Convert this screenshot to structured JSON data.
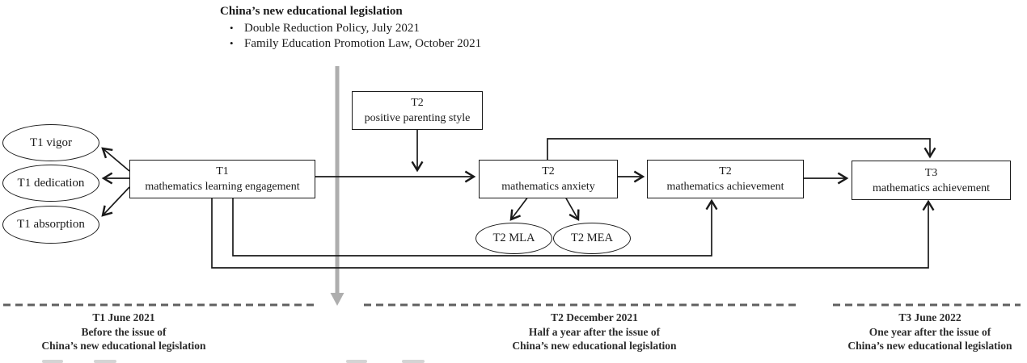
{
  "top_note": {
    "heading": "China’s new educational legislation",
    "bullet_char": "•",
    "bullets": [
      "Double Reduction Policy, July 2021",
      "Family Education Promotion Law, October 2021"
    ]
  },
  "model": {
    "boxes": {
      "parenting": {
        "line1": "T2",
        "line2": "positive parenting style"
      },
      "engagement": {
        "line1": "T1",
        "line2": "mathematics learning engagement"
      },
      "anxiety": {
        "line1": "T2",
        "line2": "mathematics anxiety"
      },
      "achievement_t2": {
        "line1": "T2",
        "line2": "mathematics achievement"
      },
      "achievement_t3": {
        "line1": "T3",
        "line2": "mathematics achievement"
      }
    },
    "ellipses": {
      "vigor": "T1 vigor",
      "dedication": "T1 dedication",
      "absorption": "T1 absorption",
      "mla": "T2 MLA",
      "mea": "T2 MEA"
    }
  },
  "timeline": {
    "t1": {
      "line1": "T1 June 2021",
      "line2": "Before the issue of",
      "line3": "China’s new educational legislation"
    },
    "t2": {
      "line1": "T2 December 2021",
      "line2": "Half a year after the issue of",
      "line3": "China’s new educational legislation"
    },
    "t3": {
      "line1": "T3 June 2022",
      "line2": "One year after the issue of",
      "line3": "China’s new educational legislation"
    }
  },
  "colors": {
    "line": "#1a1a1a",
    "gray_arrow": "#aeaeae",
    "dash": "#606060"
  }
}
